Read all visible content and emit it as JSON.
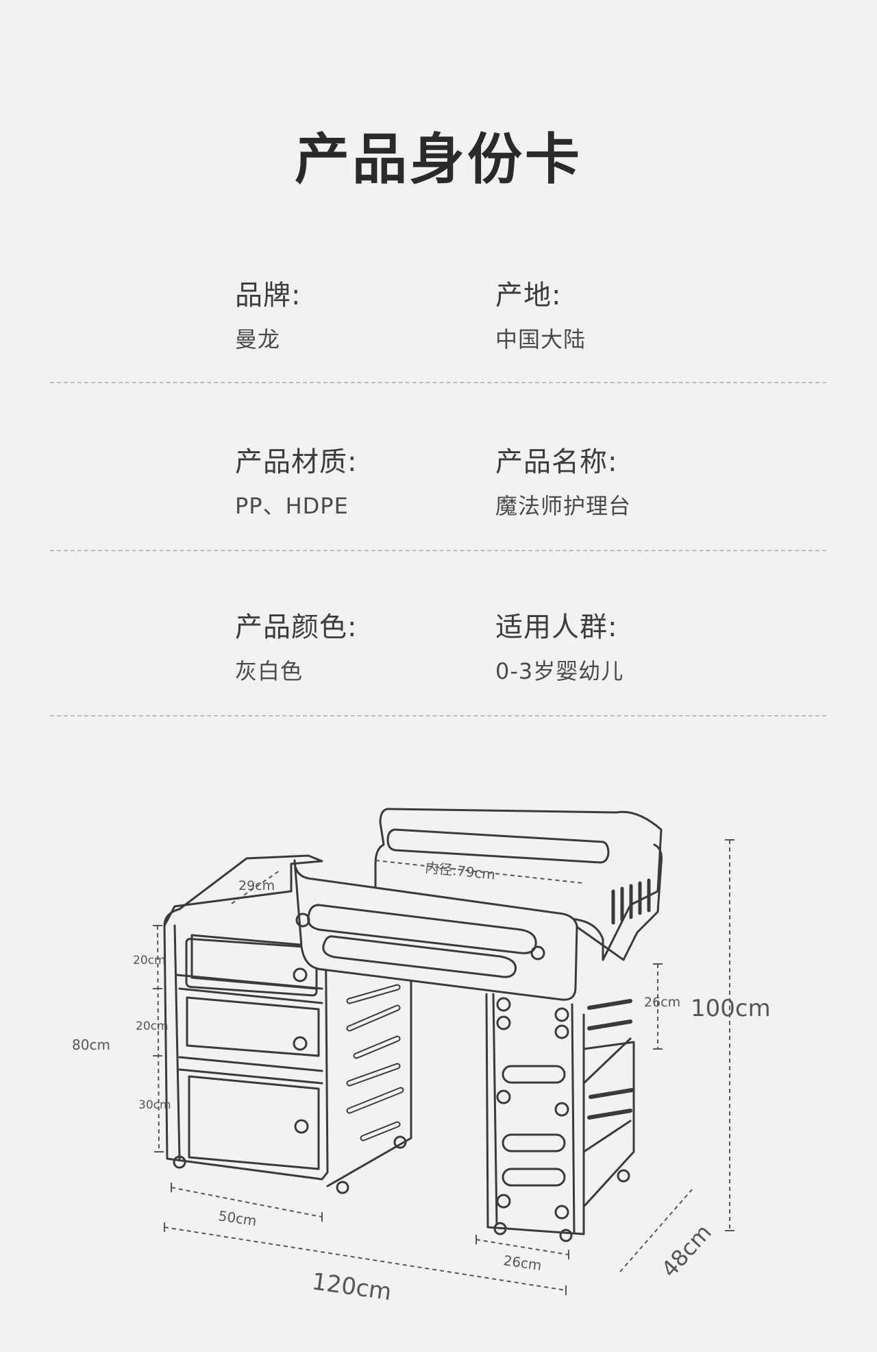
{
  "title": "产品身份卡",
  "specs": [
    {
      "label": "品牌:",
      "value": "曼龙"
    },
    {
      "label": "产地:",
      "value": "中国大陆"
    },
    {
      "label": "产品材质:",
      "value": "PP、HDPE"
    },
    {
      "label": "产品名称:",
      "value": "魔法师护理台"
    },
    {
      "label": "产品颜色:",
      "value": "灰白色"
    },
    {
      "label": "适用人群:",
      "value": "0-3岁婴幼儿"
    }
  ],
  "dimensions": {
    "inner_diameter": "内径:79cm",
    "tray_depth": "29cm",
    "drawer1": "20cm",
    "drawer2": "20cm",
    "drawer3": "30cm",
    "cabinet_height": "80cm",
    "rack_gap": "26cm",
    "total_height": "100cm",
    "cabinet_width": "50cm",
    "leg_width": "26cm",
    "total_length": "120cm",
    "depth": "48cm"
  }
}
